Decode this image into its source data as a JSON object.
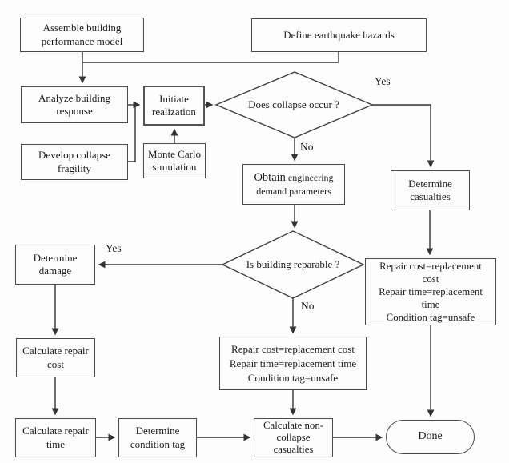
{
  "diagram": {
    "type": "flowchart",
    "background": "#fdfdfd",
    "line_color": "#333333",
    "border_color": "#4a4a4a",
    "text_color": "#1c1c1c",
    "nodes": {
      "assemble": {
        "text": "Assemble building\nperformance model"
      },
      "define": {
        "text": "Define earthquake hazards"
      },
      "analyze": {
        "text": "Analyze building\nresponse"
      },
      "initiate": {
        "text": "Initiate\nrealization"
      },
      "develop": {
        "text": "Develop collapse\nfragility"
      },
      "monte_carlo": {
        "text": "Monte Carlo\nsimulation"
      },
      "obtain": {
        "part1": "Obtain",
        "part2": "engineering demand parameters"
      },
      "collapse_decision": {
        "text": "Does collapse occur ?"
      },
      "casualties": {
        "text": "Determine\ncasualties"
      },
      "repair_right": {
        "text": "Repair cost=replacement\ncost\nRepair time=replacement\ntime\nCondition tag=unsafe"
      },
      "reparable_decision": {
        "text": "Is building reparable ?"
      },
      "damage": {
        "text": "Determine\ndamage"
      },
      "repair_center": {
        "text": "Repair cost=replacement cost\nRepair time=replacement time\nCondition tag=unsafe"
      },
      "calc_repair_cost": {
        "text": "Calculate repair\ncost"
      },
      "calc_repair_time": {
        "text": "Calculate repair\ntime"
      },
      "condition_tag": {
        "text": "Determine\ncondition tag"
      },
      "non_collapse": {
        "text": "Calculate non-\ncollapse\ncasualties"
      },
      "done": {
        "text": "Done"
      }
    },
    "labels": {
      "collapse_yes": "Yes",
      "collapse_no": "No",
      "reparable_yes": "Yes",
      "reparable_no": "No"
    },
    "edges": [
      {
        "from": "assemble",
        "to": "analyze",
        "label": ""
      },
      {
        "from": "define",
        "to": "analyze",
        "label": ""
      },
      {
        "from": "analyze",
        "to": "initiate",
        "label": ""
      },
      {
        "from": "develop",
        "to": "initiate",
        "label": ""
      },
      {
        "from": "monte_carlo",
        "to": "initiate",
        "label": ""
      },
      {
        "from": "initiate",
        "to": "collapse_decision",
        "label": ""
      },
      {
        "from": "collapse_decision",
        "to": "casualties",
        "label": "Yes"
      },
      {
        "from": "collapse_decision",
        "to": "obtain",
        "label": "No"
      },
      {
        "from": "obtain",
        "to": "reparable_decision",
        "label": ""
      },
      {
        "from": "casualties",
        "to": "repair_right",
        "label": ""
      },
      {
        "from": "reparable_decision",
        "to": "damage",
        "label": "Yes"
      },
      {
        "from": "reparable_decision",
        "to": "repair_center",
        "label": "No"
      },
      {
        "from": "damage",
        "to": "calc_repair_cost",
        "label": ""
      },
      {
        "from": "calc_repair_cost",
        "to": "calc_repair_time",
        "label": ""
      },
      {
        "from": "calc_repair_time",
        "to": "condition_tag",
        "label": ""
      },
      {
        "from": "condition_tag",
        "to": "non_collapse",
        "label": ""
      },
      {
        "from": "repair_center",
        "to": "non_collapse",
        "label": ""
      },
      {
        "from": "non_collapse",
        "to": "done",
        "label": ""
      },
      {
        "from": "repair_right",
        "to": "done",
        "label": ""
      }
    ]
  }
}
